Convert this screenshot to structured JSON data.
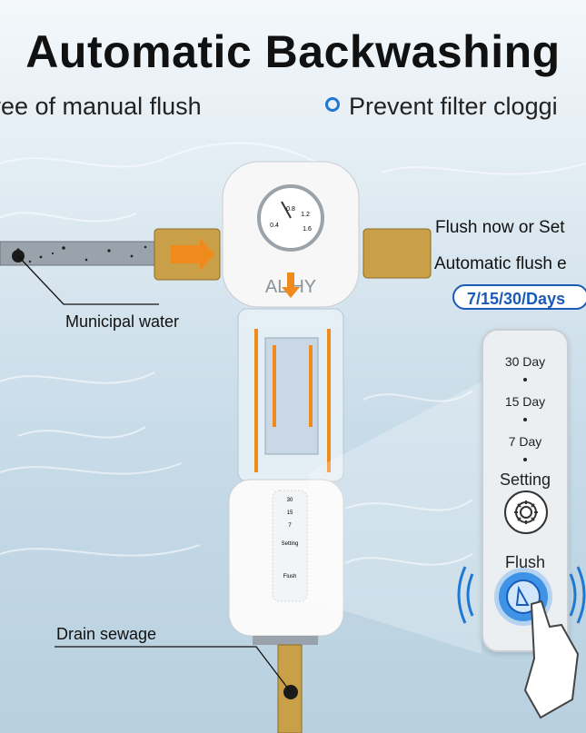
{
  "headline": "Automatic Backwashing",
  "features": [
    "ree of manual flush",
    "Prevent filter cloggi"
  ],
  "callouts": {
    "flush_now": "Flush now or Set",
    "automatic": "Automatic flush e",
    "interval_pill": "7/15/30/Days",
    "municipal": "Municipal water",
    "drain": "Drain sewage"
  },
  "brand": "AL HY",
  "gauge_marks": [
    "0.8",
    "1.2",
    "0.4",
    "1.6"
  ],
  "filter_labels": [
    "30",
    "15",
    "7",
    "Setting",
    "Flush"
  ],
  "panel": {
    "intervals": [
      "30 Day",
      "15 Day",
      "7 Day"
    ],
    "setting_label": "Setting",
    "flush_label": "Flush"
  },
  "colors": {
    "accent": "#1e78d4",
    "arrow": "#f08a1c",
    "pill_border": "#1b5bb8",
    "flush_button": "#3f93e6"
  }
}
